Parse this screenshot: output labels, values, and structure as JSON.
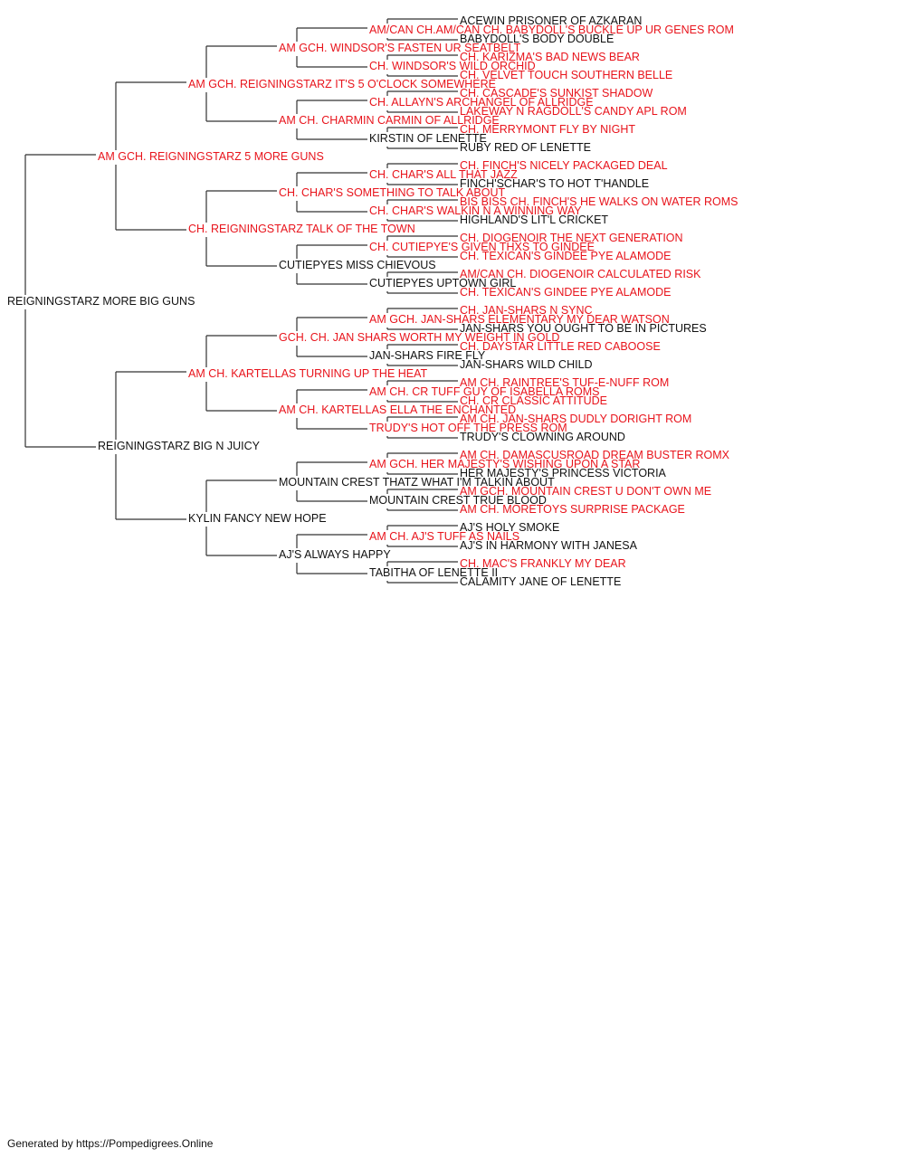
{
  "pedigree": {
    "name": "REIGNINGSTARZ MORE BIG GUNS",
    "title": false,
    "sire": {
      "name": "AM GCH. REIGNINGSTARZ 5 MORE GUNS",
      "title": true,
      "sire": {
        "name": "AM GCH. REIGNINGSTARZ IT'S 5 O'CLOCK SOMEWHERE",
        "title": true,
        "sire": {
          "name": "AM GCH. WINDSOR'S FASTEN UR SEATBELT",
          "title": true,
          "sire": {
            "name": "AM/CAN CH.AM/CAN CH. BABYDOLL'S BUCKLE UP UR GENES ROM",
            "title": true,
            "sire": {
              "name": "ACEWIN PRISONER OF AZKARAN",
              "title": false
            },
            "dam": {
              "name": "BABYDOLL'S BODY DOUBLE",
              "title": false
            }
          },
          "dam": {
            "name": "CH. WINDSOR'S WILD ORCHID",
            "title": true,
            "sire": {
              "name": "CH. KARIZMA'S BAD NEWS BEAR",
              "title": true
            },
            "dam": {
              "name": "CH. VELVET TOUCH SOUTHERN BELLE",
              "title": true
            }
          }
        },
        "dam": {
          "name": "AM CH. CHARMIN CARMIN OF ALLRIDGE",
          "title": true,
          "sire": {
            "name": "CH. ALLAYN'S ARCHANGEL OF ALLRIDGE",
            "title": true,
            "sire": {
              "name": "CH. CASCADE'S SUNKIST SHADOW",
              "title": true
            },
            "dam": {
              "name": "LAKEWAY N RAGDOLL'S CANDY APL ROM",
              "title": true
            }
          },
          "dam": {
            "name": "KIRSTIN OF LENETTE",
            "title": false,
            "sire": {
              "name": "CH. MERRYMONT FLY BY NIGHT",
              "title": true
            },
            "dam": {
              "name": "RUBY RED OF LENETTE",
              "title": false
            }
          }
        }
      },
      "dam": {
        "name": "CH. REIGNINGSTARZ TALK OF THE TOWN",
        "title": true,
        "sire": {
          "name": "CH. CHAR'S SOMETHING TO TALK ABOUT",
          "title": true,
          "sire": {
            "name": "CH. CHAR'S ALL THAT JAZZ",
            "title": true,
            "sire": {
              "name": "CH. FINCH'S NICELY PACKAGED DEAL",
              "title": true
            },
            "dam": {
              "name": "FINCH'SCHAR'S TO HOT T'HANDLE",
              "title": false
            }
          },
          "dam": {
            "name": "CH. CHAR'S WALKIN N A WINNING WAY",
            "title": true,
            "sire": {
              "name": "BIS BISS CH. FINCH'S HE WALKS ON WATER ROMS",
              "title": true
            },
            "dam": {
              "name": "HIGHLAND'S LIT'L CRICKET",
              "title": false
            }
          }
        },
        "dam": {
          "name": "CUTIEPYES MISS CHIEVOUS",
          "title": false,
          "sire": {
            "name": "CH. CUTIEPYE'S GIVEN THXS TO GINDEE",
            "title": true,
            "sire": {
              "name": "CH. DIOGENOIR THE NEXT GENERATION",
              "title": true
            },
            "dam": {
              "name": "CH. TEXICAN'S GINDEE PYE ALAMODE",
              "title": true
            }
          },
          "dam": {
            "name": "CUTIEPYES UPTOWN GIRL",
            "title": false,
            "sire": {
              "name": "AM/CAN CH. DIOGENOIR CALCULATED RISK",
              "title": true
            },
            "dam": {
              "name": "CH. TEXICAN'S GINDEE PYE ALAMODE",
              "title": true
            }
          }
        }
      }
    },
    "dam": {
      "name": "REIGNINGSTARZ BIG N JUICY",
      "title": false,
      "sire": {
        "name": "AM CH. KARTELLAS TURNING UP THE HEAT",
        "title": true,
        "sire": {
          "name": "GCH. CH. JAN SHARS WORTH MY WEIGHT IN GOLD",
          "title": true,
          "sire": {
            "name": "AM GCH. JAN-SHARS ELEMENTARY MY DEAR WATSON",
            "title": true,
            "sire": {
              "name": "CH. JAN-SHARS N SYNC",
              "title": true
            },
            "dam": {
              "name": "JAN-SHARS YOU OUGHT TO BE IN PICTURES",
              "title": false
            }
          },
          "dam": {
            "name": "JAN-SHARS FIRE FLY",
            "title": false,
            "sire": {
              "name": "CH. DAYSTAR LITTLE RED CABOOSE",
              "title": true
            },
            "dam": {
              "name": "JAN-SHARS WILD CHILD",
              "title": false
            }
          }
        },
        "dam": {
          "name": "AM CH. KARTELLAS ELLA THE ENCHANTED",
          "title": true,
          "sire": {
            "name": "AM CH. CR TUFF GUY OF ISABELLA ROMS",
            "title": true,
            "sire": {
              "name": "AM CH. RAINTREE'S TUF-E-NUFF ROM",
              "title": true
            },
            "dam": {
              "name": "CH. CR CLASSIC ATTITUDE",
              "title": true
            }
          },
          "dam": {
            "name": "TRUDY'S HOT OFF THE PRESS ROM",
            "title": true,
            "sire": {
              "name": "AM CH. JAN-SHARS DUDLY DORIGHT ROM",
              "title": true
            },
            "dam": {
              "name": "TRUDY'S CLOWNING AROUND",
              "title": false
            }
          }
        }
      },
      "dam": {
        "name": "KYLIN FANCY NEW HOPE",
        "title": false,
        "sire": {
          "name": "MOUNTAIN CREST THATZ WHAT I'M TALKIN ABOUT",
          "title": false,
          "sire": {
            "name": "AM GCH. HER MAJESTY'S WISHING UPON A STAR",
            "title": true,
            "sire": {
              "name": "AM CH. DAMASCUSROAD DREAM BUSTER ROMX",
              "title": true
            },
            "dam": {
              "name": "HER MAJESTY'S PRINCESS VICTORIA",
              "title": false
            }
          },
          "dam": {
            "name": "MOUNTAIN CREST TRUE BLOOD",
            "title": false,
            "sire": {
              "name": "AM GCH. MOUNTAIN CREST U DON'T OWN ME",
              "title": true
            },
            "dam": {
              "name": "AM CH. MORETOYS SURPRISE PACKAGE",
              "title": true
            }
          }
        },
        "dam": {
          "name": "AJ'S ALWAYS HAPPY",
          "title": false,
          "sire": {
            "name": "AM CH. AJ'S TUFF AS NAILS",
            "title": true,
            "sire": {
              "name": "AJ'S HOLY SMOKE",
              "title": false
            },
            "dam": {
              "name": "AJ'S IN HARMONY WITH JANESA",
              "title": false
            }
          },
          "dam": {
            "name": "TABITHA OF LENETTE II",
            "title": false,
            "sire": {
              "name": "CH. MAC'S FRANKLY MY DEAR",
              "title": true
            },
            "dam": {
              "name": "CALAMITY JANE OF LENETTE",
              "title": false
            }
          }
        }
      }
    }
  },
  "footer": {
    "text": "Generated by https://Pompedigrees.Online"
  },
  "colors": {
    "titled": "#e8141c",
    "untitled": "#111111",
    "connector": "#333333"
  }
}
